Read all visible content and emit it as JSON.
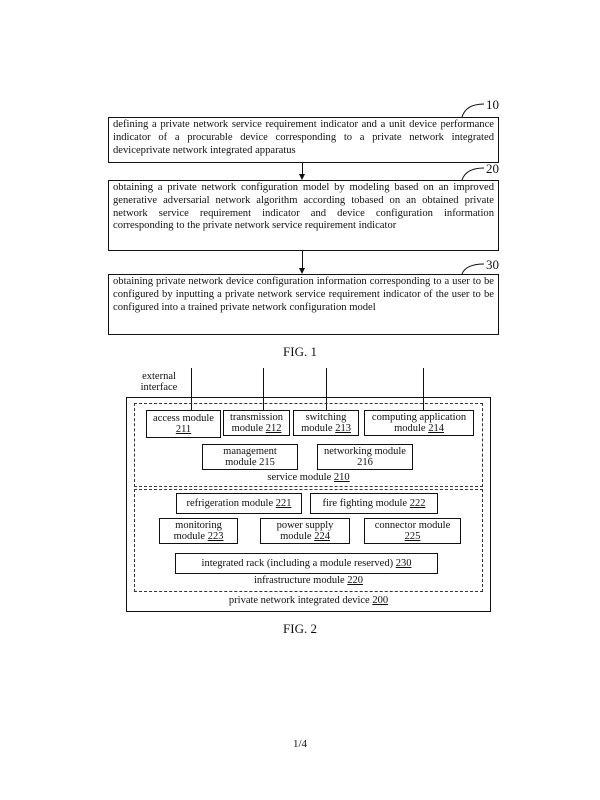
{
  "fig1": {
    "steps": [
      {
        "ref": "10",
        "text": "defining a private network service requirement indicator and a unit device performance indicator of a procurable device corresponding to a private network integrated deviceprivate network integrated apparatus"
      },
      {
        "ref": "20",
        "text": "obtaining a private network configuration model by modeling based on an improved generative adversarial network algorithm according tobased on an obtained private network service requirement indicator and device configuration information corresponding to the private network service requirement indicator"
      },
      {
        "ref": "30",
        "text": "obtaining private network device configuration information corresponding to a user to be configured by inputting a private network service requirement indicator of the user to be configured into a trained private network configuration model"
      }
    ],
    "caption": "FIG. 1"
  },
  "fig2": {
    "external_interface": "external interface",
    "modules": {
      "access": {
        "name": "access module",
        "num": "211"
      },
      "transmission": {
        "name": "transmission module",
        "num": "212"
      },
      "switching": {
        "name": "switching module",
        "num": "213"
      },
      "computing": {
        "name": "computing application module",
        "num": "214"
      },
      "management": {
        "name": "management module 215"
      },
      "networking": {
        "name": "networking module 216"
      },
      "refrigeration": {
        "name": "refrigeration module",
        "num": "221"
      },
      "fire": {
        "name": "fire fighting module",
        "num": "222"
      },
      "monitoring": {
        "name": "monitoring module",
        "num": "223"
      },
      "power": {
        "name": "power supply module",
        "num": "224"
      },
      "connector": {
        "name": "connector module",
        "num": "225"
      },
      "rack": {
        "name": "integrated rack (including a module reserved)",
        "num": "230"
      }
    },
    "service_module": {
      "name": "service module",
      "num": "210"
    },
    "infrastructure_module": {
      "name": "infrastructure module",
      "num": "220"
    },
    "device": {
      "name": "private network integrated device",
      "num": "200"
    },
    "caption": "FIG. 2"
  },
  "page_number": "1/4"
}
